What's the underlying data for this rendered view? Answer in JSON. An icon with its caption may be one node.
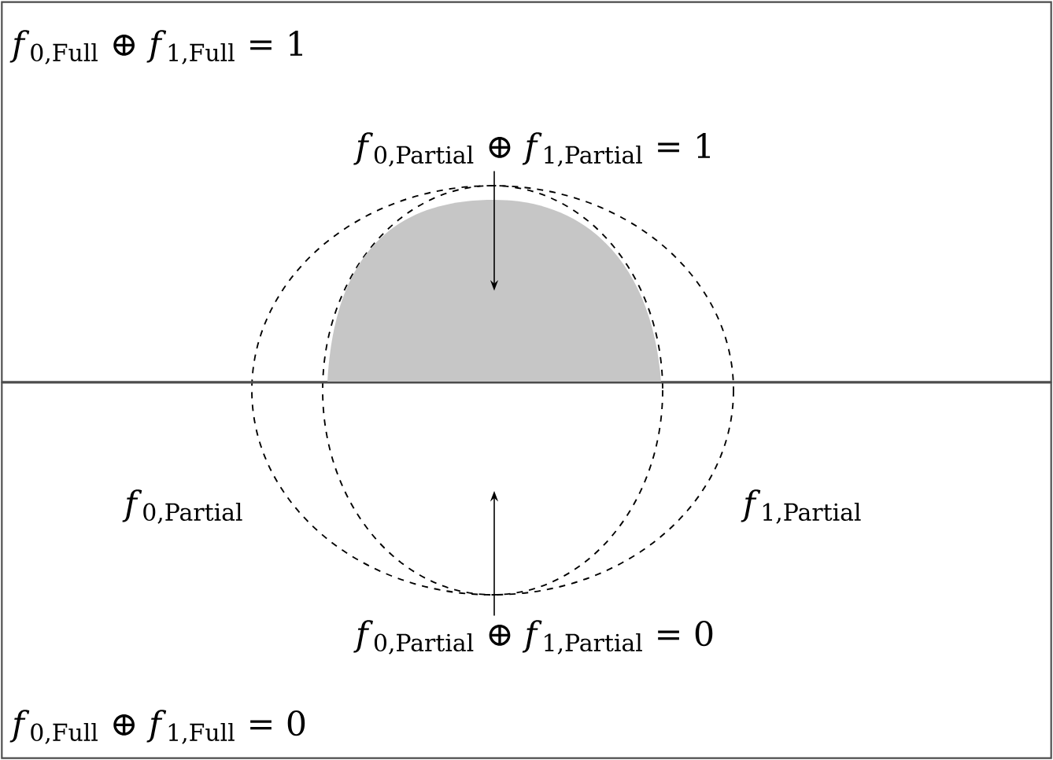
{
  "diagram": {
    "nodes": [
      {
        "text": [
          "*f*$_{0,Full}$ ⊕ *f*$_{1,Full}$ = 1"
        ]
      },
      {
        "text": [
          "*f*$_{0,Partial}$ ⊕ *f*$_{1,Partial}$ = 1"
        ],
        "in": 0
      },
      {
        "text": [],
        "shape": "semicircle",
        "in": 0
      },
      {
        "text": [
          "*f*$_{0,Full}$ ⊕ *f*$_{1,Full}$ = 0"
        ]
      },
      {
        "text": [
          "*f*$_{0,Partial}$ ⊕ *f*$_{1,Partial}$ = 0"
        ],
        "in": 3
      }
    ],
    "edges": [
      {
        "from": 1,
        "to": 2,
        "arrow": "to"
      },
      {
        "from": 4,
        "to": null,
        "arrow": "to"
      }
    ],
    "labels": [
      "*f*$_{0,Partial}$",
      "*f*$_{1,Partial}$"
    ]
  }
}
